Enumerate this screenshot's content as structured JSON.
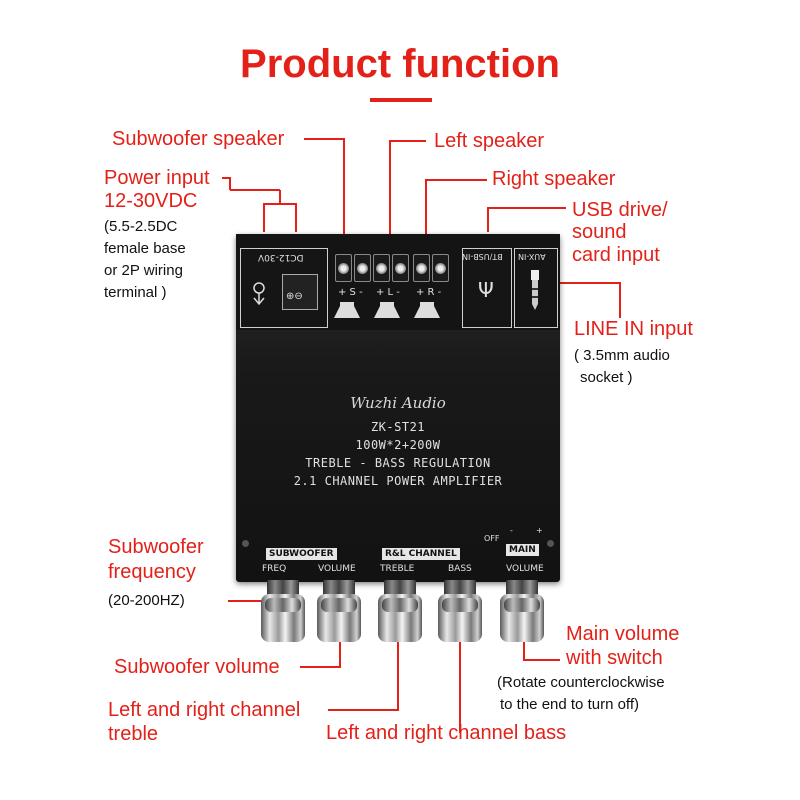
{
  "title": "Product function",
  "labels": {
    "subwoofer_speaker": "Subwoofer speaker",
    "left_speaker": "Left speaker",
    "right_speaker": "Right speaker",
    "power_input_line1": "Power input",
    "power_input_line2": "12-30VDC",
    "power_input_note1": "(5.5-2.5DC",
    "power_input_note2": "female base",
    "power_input_note3": "or 2P wiring",
    "power_input_note4": "terminal )",
    "usb_line1": "USB drive/",
    "usb_line2": "sound",
    "usb_line3": "card input",
    "line_in": "LINE IN input",
    "line_in_note1": "( 3.5mm audio",
    "line_in_note2": "socket )",
    "sub_freq_line1": "Subwoofer",
    "sub_freq_line2": "frequency",
    "sub_freq_note": "(20-200HZ)",
    "sub_volume": "Subwoofer volume",
    "treble_line1": "Left and right channel",
    "treble_line2": "treble",
    "bass": "Left and right channel bass",
    "main_line1": "Main volume",
    "main_line2": "with switch",
    "main_note1": "(Rotate counterclockwise",
    "main_note2": "to the end to turn off)"
  },
  "device": {
    "brand": "Wuzhi Audio",
    "model": "ZK-ST21",
    "power": "100W*2+200W",
    "regulation": "TREBLE - BASS REGULATION",
    "description": "2.1 CHANNEL POWER AMPLIFIER",
    "dc_label": "DC12-30V",
    "bt_usb_label": "BT/USB-IN",
    "aux_label": "AUX-IN",
    "terminal_s": "+ S -",
    "terminal_l": "+ L -",
    "terminal_r": "+ R -",
    "pm_symbol": "⊕⊖",
    "usb_symbol": "Ψ",
    "group_subwoofer": "SUBWOOFER",
    "group_rl": "R&L CHANNEL",
    "group_main": "MAIN",
    "knob_freq": "FREQ",
    "knob_volume": "VOLUME",
    "knob_treble": "TREBLE",
    "knob_bass": "BASS",
    "knob_main_volume": "VOLUME",
    "off_label": "OFF",
    "minus": "-",
    "plus": "+"
  },
  "colors": {
    "accent": "#e32119",
    "device": "#1a1a1a"
  }
}
